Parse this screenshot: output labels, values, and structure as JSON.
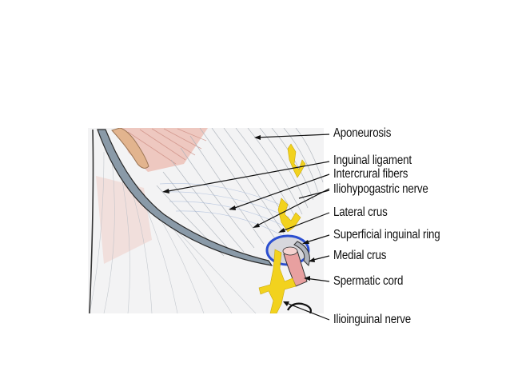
{
  "diagram": {
    "labels": {
      "aponeurosis": "Aponeurosis",
      "inguinal_ligament": "Inguinal ligament",
      "intercrural_fibers": "Intercrural fibers",
      "iliohypogastric_nerve": "Iliohypogastric nerve",
      "lateral_crus": "Lateral crus",
      "superficial_inguinal_ring": "Superficial inguinal ring",
      "medial_crus": "Medial crus",
      "spermatic_cord": "Spermatic cord",
      "ilioinguinal_nerve": "Ilioinguinal nerve"
    },
    "colors": {
      "ligament": "#8a9aa8",
      "nerve": "#f2d21e",
      "ring": "#2c4fd0",
      "cord": "#e8a0a0",
      "muscle": "#e9b7ae",
      "fibers": "#cdd2d8"
    }
  }
}
